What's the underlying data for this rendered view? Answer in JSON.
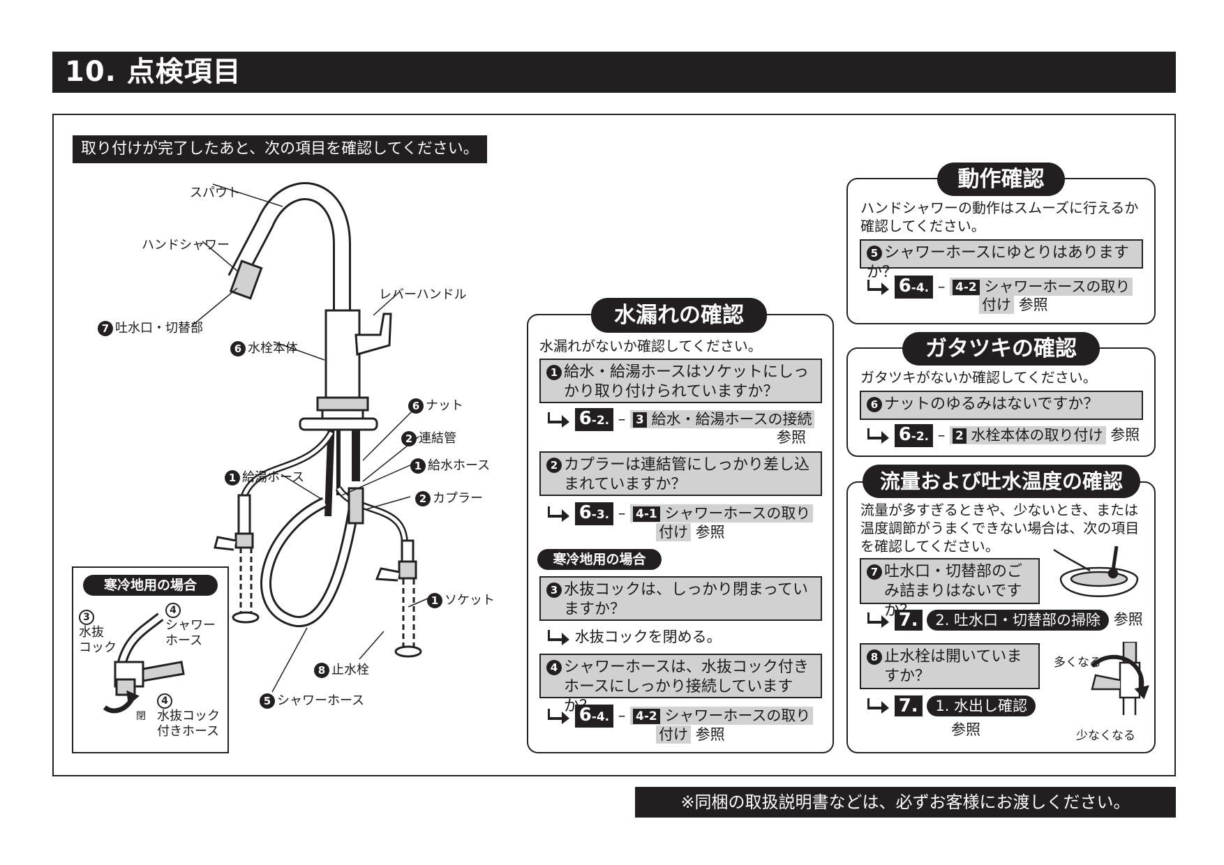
{
  "header": {
    "title": "10. 点検項目"
  },
  "instruction": "取り付けが完了したあと、次の項目を確認してください。",
  "diagram": {
    "spout": "スパウト",
    "hand_shower": "ハンドシャワー",
    "outlet": "吐水口・切替部",
    "outlet_num": "7",
    "body": "水栓本体",
    "body_num": "6",
    "lever": "レバーハンドル",
    "nut": "ナット",
    "nut_num": "6",
    "connector": "連結管",
    "connector_num": "2",
    "cold_hose": "給水ホース",
    "cold_hose_num": "1",
    "hot_hose": "給湯ホース",
    "hot_hose_num": "1",
    "coupler": "カプラー",
    "coupler_num": "2",
    "socket": "ソケット",
    "socket_num": "1",
    "stop_valve": "止水栓",
    "stop_valve_num": "8",
    "shower_hose": "シャワーホース",
    "shower_hose_num": "5"
  },
  "cold_inset": {
    "title": "寒冷地用の場合",
    "drain_num": "3",
    "drain_line1": "水抜",
    "drain_line2": "コック",
    "shower_num": "4",
    "shower_line1": "シャワー",
    "shower_line2": "ホース",
    "close": "閉",
    "hose_num": "4",
    "hose_line1": "水抜コック",
    "hose_line2": "付きホース"
  },
  "leak": {
    "title": "水漏れの確認",
    "intro": "水漏れがないか確認してください。",
    "q1_num": "1",
    "q1": "給水・給湯ホースはソケットにしっかり取り付けられていますか？",
    "r1_sec": "6",
    "r1_sub": "-2.",
    "r1_dash": "–",
    "r1_num": "3",
    "r1_text": "給水・給湯ホースの接続",
    "r1_ref": "参照",
    "q2_num": "2",
    "q2": "カプラーは連結管にしっかり差し込まれていますか？",
    "r2_sec": "6",
    "r2_sub": "-3.",
    "r2_dash": "–",
    "r2_num": "4-1",
    "r2_text1": "シャワーホースの取り",
    "r2_text2": "付け",
    "r2_ref": "参照",
    "cold_tag": "寒冷地用の場合",
    "q3_num": "3",
    "q3": "水抜コックは、しっかり閉まっていますか？",
    "r3_text": "水抜コックを閉める。",
    "q4_num": "4",
    "q4": "シャワーホースは、水抜コック付きホースにしっかり接続していますか？",
    "r4_sec": "6",
    "r4_sub": "-4.",
    "r4_dash": "–",
    "r4_num": "4-2",
    "r4_text1": "シャワーホースの取り",
    "r4_text2": "付け",
    "r4_ref": "参照"
  },
  "operation": {
    "title": "動作確認",
    "intro": "ハンドシャワーの動作はスムーズに行えるか確認してください。",
    "q_num": "5",
    "q": "シャワーホースにゆとりはありますか？",
    "r_sec": "6",
    "r_sub": "-4.",
    "r_dash": "–",
    "r_num": "4-2",
    "r_text1": "シャワーホースの取り",
    "r_text2": "付け",
    "r_ref": "参照"
  },
  "wobble": {
    "title": "ガタツキの確認",
    "intro": "ガタツキがないか確認してください。",
    "q_num": "6",
    "q": "ナットのゆるみはないですか？",
    "r_sec": "6",
    "r_sub": "-2.",
    "r_dash": "–",
    "r_num": "2",
    "r_text": "水栓本体の取り付け",
    "r_ref": "参照"
  },
  "flow": {
    "title": "流量および吐水温度の確認",
    "intro": "流量が多すぎるときや、少ないとき、または温度調節がうまくできない場合は、次の項目を確認してください。",
    "q7_num": "7",
    "q7": "吐水口・切替部のごみ詰まりはないですか？",
    "r7_sec": "7.",
    "r7_pill": "2. 吐水口・切替部の掃除",
    "r7_ref": "参照",
    "q8_num": "8",
    "q8": "止水栓は開いていますか？",
    "r8_sec": "7.",
    "r8_pill": "1. 水出し確認",
    "r8_ref": "参照",
    "more": "多くなる",
    "less": "少なくなる"
  },
  "footer": "※同梱の取扱説明書などは、必ずお客様にお渡しください。"
}
